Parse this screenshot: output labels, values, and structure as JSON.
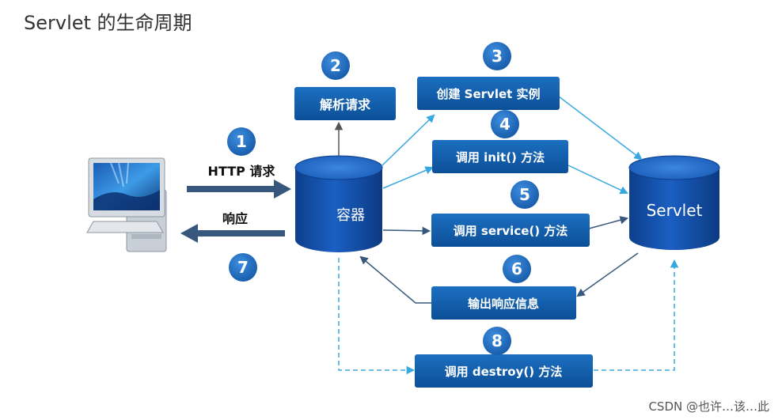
{
  "title": "Servlet 的生命周期",
  "watermark": "CSDN @也许…该…此",
  "colors": {
    "step_fill": "#1e66b6",
    "box_fill": "#0f5aa8",
    "cylinder_fill": "#1250a8",
    "arrow_light": "#38a8e0",
    "arrow_dark": "#37577d"
  },
  "client": {
    "icon": "computer-icon"
  },
  "container": {
    "label": "容器"
  },
  "servlet": {
    "label": "Servlet"
  },
  "edges": {
    "request_label": "HTTP 请求",
    "response_label": "响应"
  },
  "steps": [
    {
      "number": "1"
    },
    {
      "number": "2",
      "label": "解析请求"
    },
    {
      "number": "3",
      "label": "创建 Servlet 实例"
    },
    {
      "number": "4",
      "label": "调用 init() 方法"
    },
    {
      "number": "5",
      "label": "调用 service() 方法"
    },
    {
      "number": "6",
      "label": "输出响应信息"
    },
    {
      "number": "7"
    },
    {
      "number": "8",
      "label": "调用 destroy() 方法"
    }
  ]
}
